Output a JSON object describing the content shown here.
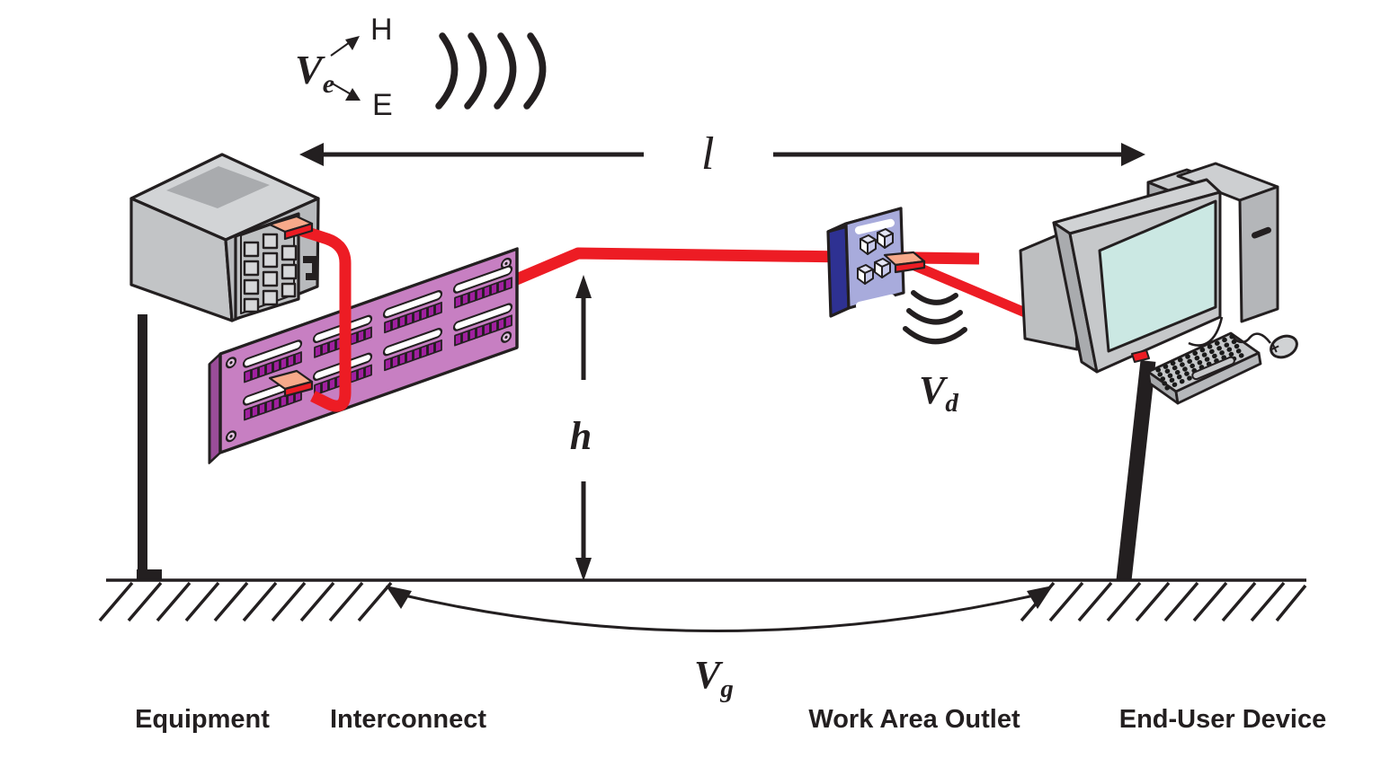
{
  "diagram": {
    "symbols": {
      "emission_v": "V",
      "emission_sub": "e",
      "field_magnetic": "H",
      "field_electric": "E",
      "length": "l",
      "height": "h",
      "device_v": "V",
      "device_sub": "d",
      "ground_v": "V",
      "ground_sub": "g"
    },
    "captions": {
      "equipment": "Equipment",
      "interconnect": "Interconnect",
      "work_area_outlet": "Work Area Outlet",
      "end_user_device": "End-User Device"
    },
    "colors": {
      "cable_red": "#ED1C24",
      "connector_peach": "#F7A98A",
      "panel_purple": "#C77FC2",
      "panel_side_purple": "#9A4D99",
      "panel_port_magenta": "#A0209F",
      "outlet_side_blue": "#2E3192",
      "outlet_face_periwinkle": "#A8ABDC",
      "chassis_gray": "#C5C7C9",
      "screen_teal": "#CBE8E3",
      "ink": "#231F20"
    }
  }
}
